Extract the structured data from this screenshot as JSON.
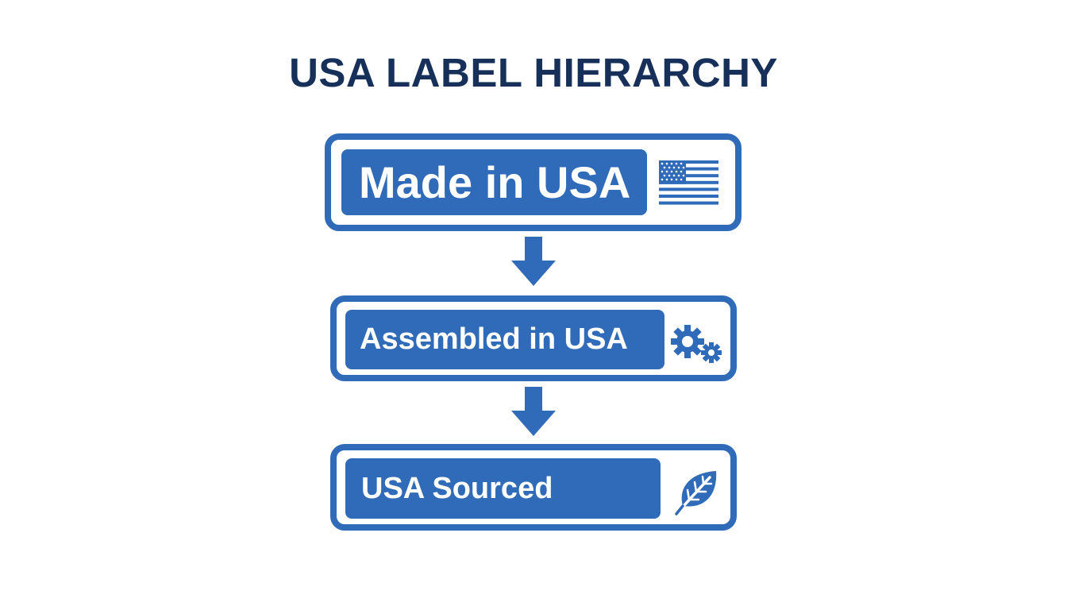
{
  "title": "USA LABEL HIERARCHY",
  "levels": [
    {
      "label": "Made in USA",
      "icon": "american-flag-icon"
    },
    {
      "label": "Assembled in USA",
      "icon": "gears-icon"
    },
    {
      "label": "USA Sourced",
      "icon": "leaf-icon"
    }
  ],
  "colors": {
    "accent": "#2f6bb8",
    "title": "#16305a",
    "background": "#ffffff"
  }
}
